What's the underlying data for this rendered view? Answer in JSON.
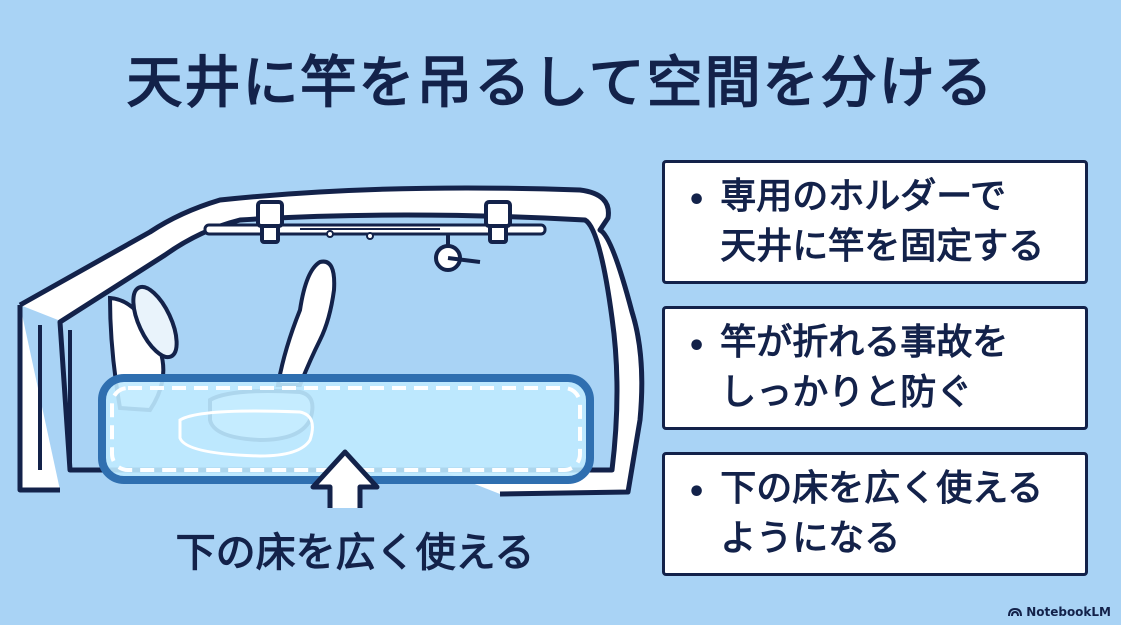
{
  "title": "天井に竿を吊るして空間を分ける",
  "caption": "下の床を広く使える",
  "cards": [
    {
      "bullet": "•",
      "lines": [
        "専用のホルダーで",
        "天井に竿を固定する"
      ]
    },
    {
      "bullet": "•",
      "lines": [
        "竿が折れる事故を",
        "しっかりと防ぐ"
      ]
    },
    {
      "bullet": "•",
      "lines": [
        "下の床を広く使える",
        "ようになる"
      ]
    }
  ],
  "brand": "NotebookLM",
  "colors": {
    "background": "#a9d3f5",
    "ink": "#13224a",
    "card": "#ffffff",
    "highlight_fill": "#bfeaff",
    "highlight_border": "#2f6fb0"
  },
  "icons": [
    "car-outline-icon",
    "fishing-rod-icon",
    "rod-holder-icon",
    "steering-wheel-icon",
    "seat-icon",
    "up-arrow-icon",
    "notebooklm-logo-icon"
  ]
}
